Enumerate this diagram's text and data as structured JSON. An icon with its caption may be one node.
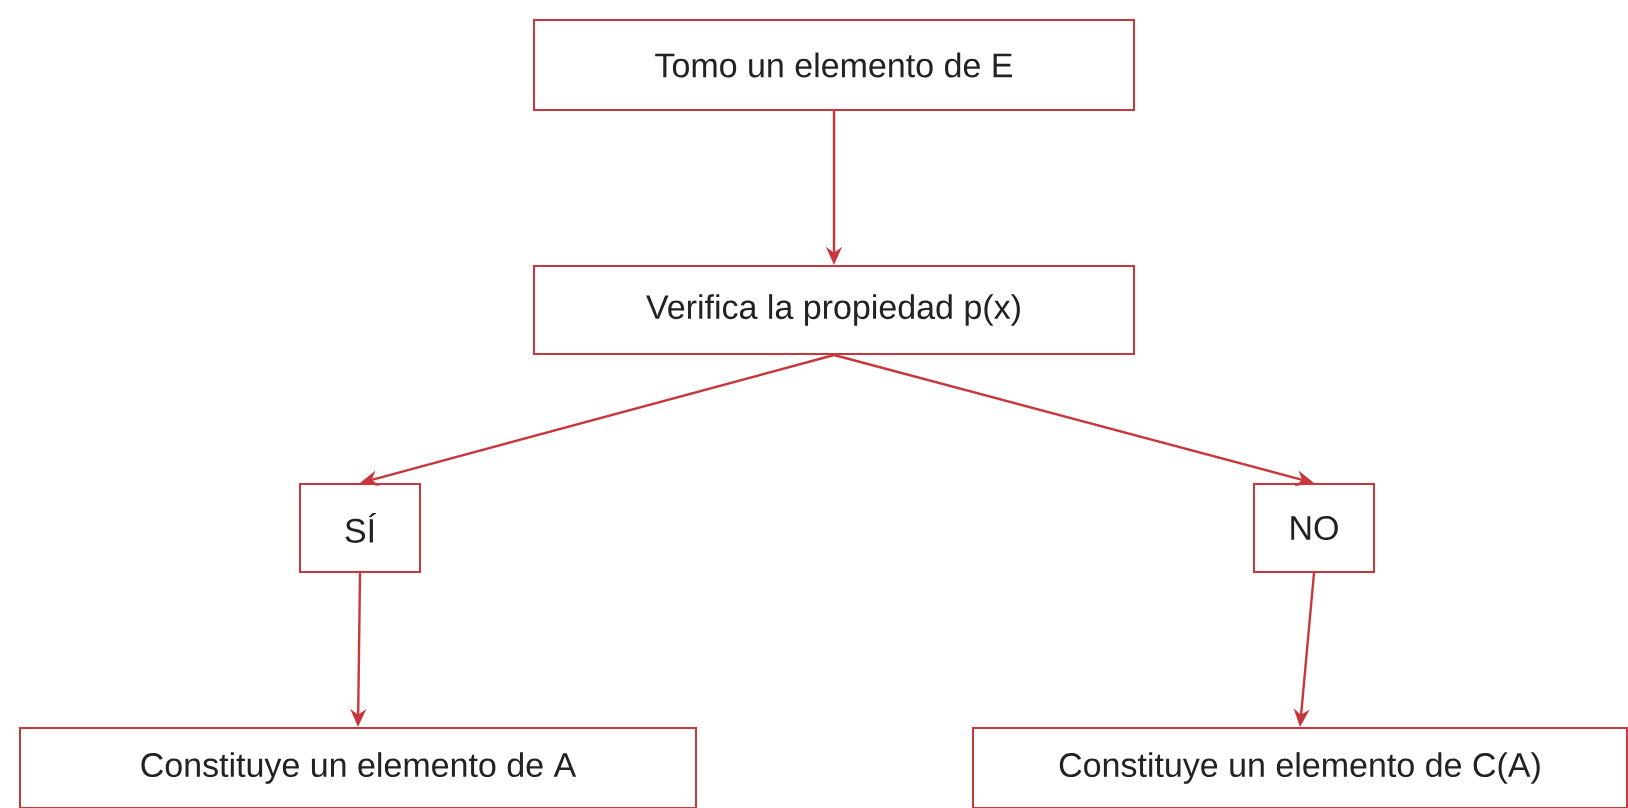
{
  "diagram": {
    "nodes": [
      {
        "text": [
          "Tomo un elemento de E"
        ]
      },
      {
        "text": [
          "Verifica la propiedad p(x)"
        ]
      },
      {
        "text": [
          "SÍ"
        ]
      },
      {
        "text": [
          "NO"
        ]
      },
      {
        "text": [
          "Constituye un elemento de A"
        ]
      },
      {
        "text": [
          "Constituye un elemento de C(A)"
        ]
      }
    ],
    "edges": [
      {
        "from": 0,
        "to": 1,
        "arrow": "to"
      },
      {
        "from": 1,
        "to": 2,
        "arrow": "to"
      },
      {
        "from": 1,
        "to": 3,
        "arrow": "to"
      },
      {
        "from": 2,
        "to": 4,
        "arrow": "to"
      },
      {
        "from": 3,
        "to": 5,
        "arrow": "to"
      }
    ]
  }
}
